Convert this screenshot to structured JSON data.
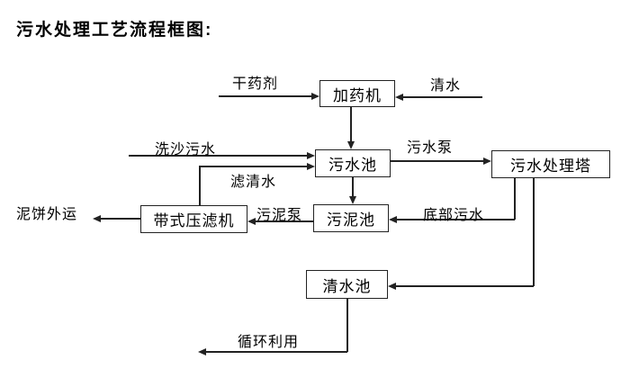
{
  "title": "污水处理工艺流程框图:",
  "diagram_type": "flowchart",
  "nodes": {
    "dosing_machine": "加药机",
    "sewage_pool": "污水池",
    "treatment_tower": "污水处理塔",
    "sludge_pool": "污泥池",
    "belt_filter_press": "带式压滤机",
    "clear_water_pool": "清水池"
  },
  "labels": {
    "dry_chemical": "干药剂",
    "clear_water": "清水",
    "sand_washing_sewage": "洗沙污水",
    "filtered_water": "滤清水",
    "sewage_pump": "污水泵",
    "sludge_pump": "污泥泵",
    "bottom_sewage": "底部污水",
    "mud_cake_transport": "泥饼外运",
    "recycling": "循环利用"
  },
  "edges": [
    {
      "from": "干药剂(外部)",
      "to": "加药机",
      "label": "干药剂"
    },
    {
      "from": "清水(外部)",
      "to": "加药机",
      "label": "清水"
    },
    {
      "from": "加药机",
      "to": "污水池",
      "label": ""
    },
    {
      "from": "洗沙污水(外部)",
      "to": "污水池",
      "label": "洗沙污水"
    },
    {
      "from": "带式压滤机",
      "to": "污水池",
      "label": "滤清水"
    },
    {
      "from": "污水池",
      "to": "污水处理塔",
      "label": "污水泵"
    },
    {
      "from": "污水池",
      "to": "污泥池",
      "label": ""
    },
    {
      "from": "污水处理塔",
      "to": "污泥池",
      "label": "底部污水"
    },
    {
      "from": "污水处理塔",
      "to": "清水池",
      "label": ""
    },
    {
      "from": "污泥池",
      "to": "带式压滤机",
      "label": "污泥泵"
    },
    {
      "from": "带式压滤机",
      "to": "外运",
      "label": "泥饼外运"
    },
    {
      "from": "清水池",
      "to": "循环利用",
      "label": "循环利用"
    }
  ],
  "colors": {
    "line": "#222222",
    "text": "#000000",
    "background": "#ffffff"
  }
}
